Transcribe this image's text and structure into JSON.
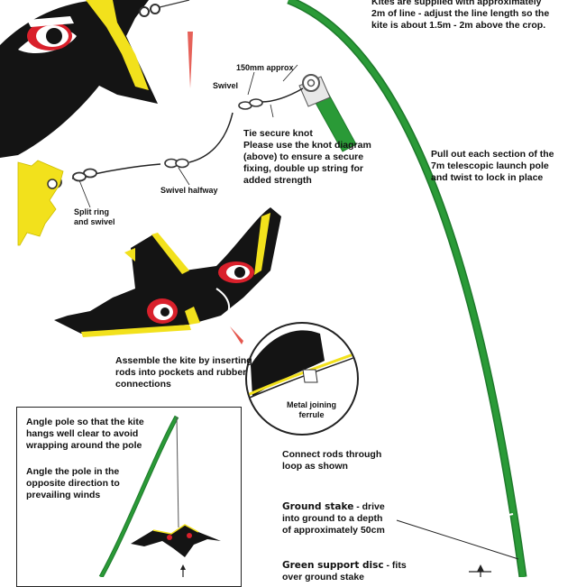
{
  "colors": {
    "pole_green": "#2a9a37",
    "pole_dark": "#1e7a2b",
    "kite_black": "#141414",
    "kite_yellow": "#f2e11c",
    "eye_red": "#d9202b",
    "pointer_red": "#e03a2f",
    "outline": "#222222"
  },
  "icons": [
    "hawk-kite-icon",
    "swivel-icon",
    "split-ring-icon",
    "ferrule-icon",
    "pole-tip-icon"
  ],
  "labels": {
    "kites_supplied": "Kites are supplied with approximately\n2m of line - adjust the line length so the\nkite is about 1.5m - 2m above the crop.",
    "length_150mm": "150mm approx",
    "swivel": "Swivel",
    "tie_knot": "Tie secure knot\nPlease use the knot diagram\n(above) to ensure a secure\nfixing, double up string for\nadded strength",
    "swivel_halfway": "Swivel halfway",
    "split_ring": "Split ring\nand swivel",
    "pull_out": "Pull out each section of the\n7m telescopic launch pole\nand twist to lock in place",
    "assemble": "Assemble the kite by inserting\nrods into pockets and rubber\nconnections",
    "metal_ferrule": "Metal joining\nferrule",
    "connect_rods": "Connect rods through\nloop as shown",
    "angle_pole_1": "Angle pole so that the kite\nhangs well clear to avoid\nwrapping around the pole",
    "angle_pole_2": "Angle the pole in the\nopposite direction to\nprevailing winds",
    "ground_stake_bold": "Ground stake",
    "ground_stake_rest": " - drive\ninto ground to a depth\nof approximately 50cm",
    "support_disc_bold": "Green support disc",
    "support_disc_rest": " - fits\nover ground stake"
  }
}
